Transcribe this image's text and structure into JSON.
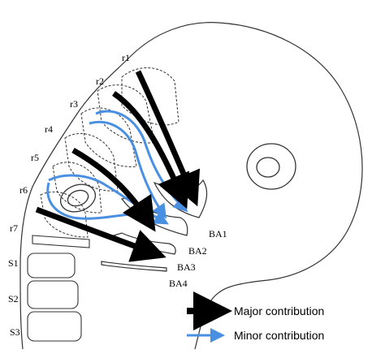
{
  "rhombomeres": [
    "r1",
    "r2",
    "r3",
    "r4",
    "r5",
    "r6",
    "r7"
  ],
  "somites": [
    "S1",
    "S2",
    "S3"
  ],
  "branchial_arches": [
    "BA1",
    "BA2",
    "BA3",
    "BA4"
  ],
  "legend": {
    "major": "Major contribution",
    "minor": "Minor contribution"
  },
  "colors": {
    "major": "#000000",
    "minor": "#4a90e2",
    "outline": "#333333",
    "background": "#ffffff"
  }
}
